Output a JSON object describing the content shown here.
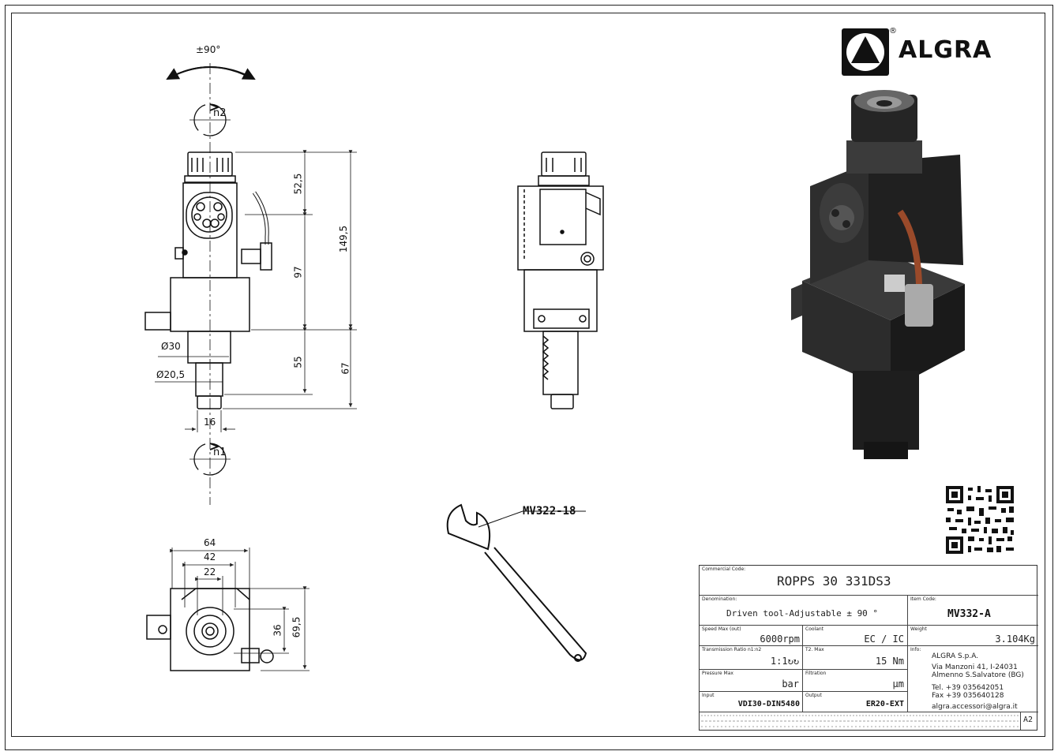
{
  "brand": {
    "name": "ALGRA",
    "registered": "®"
  },
  "views": {
    "rotation_top": "±90°",
    "spindle_out": "n2",
    "spindle_in": "n1",
    "dims_front": {
      "d1": "52,5",
      "d2": "97",
      "d3": "149,5",
      "d4": "55",
      "d5": "67",
      "dia1": "Ø30",
      "dia2": "Ø20,5",
      "w1": "16"
    },
    "dims_top": {
      "w64": "64",
      "w42": "42",
      "w22": "22",
      "h36": "36",
      "h69": "69,5"
    },
    "wrench_label": "MV322-18"
  },
  "title_block": {
    "commercial_code_label": "Commercial Code:",
    "commercial_code": "ROPPS 30 331DS3",
    "denomination_label": "Denomination:",
    "denomination": "Driven tool-Adjustable ± 90 °",
    "item_code_label": "Item Code:",
    "item_code": "MV332-A",
    "speed_label": "Speed Max (out)",
    "speed": "6000rpm",
    "coolant_label": "Coolant",
    "coolant": "EC / IC",
    "weight_label": "Weight",
    "weight": "3.104Kg",
    "ratio_label": "Transmission Ratio n1:n2",
    "ratio": "1:1↻↻",
    "torque_label": "T2. Max",
    "torque": "15 Nm",
    "info_label": "Info:",
    "company": "ALGRA S.p.A.",
    "address1": "Via Manzoni 41, I-24031",
    "address2": "Almenno S.Salvatore (BG)",
    "tel": "Tel. +39 035642051",
    "fax": "Fax +39 035640128",
    "email": "algra.accessori@algra.it",
    "pressure_label": "Pressure Max",
    "pressure": "bar",
    "filtration_label": "Filtration",
    "filtration": "µm",
    "input_label": "Input",
    "input": "VDI30-DIN5480",
    "output_label": "Output",
    "output": "ER20-EXT",
    "sheet_size": "A2"
  }
}
